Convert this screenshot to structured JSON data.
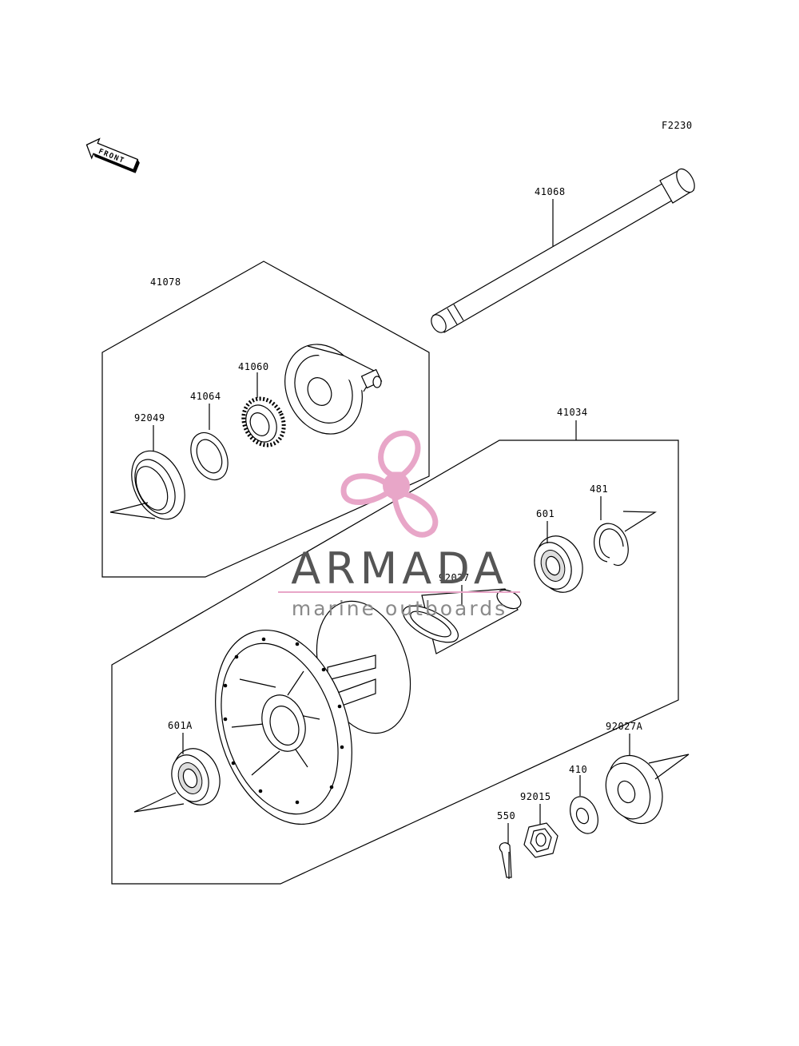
{
  "figure_code": "F2230",
  "front_label": "FRONT",
  "watermark": {
    "title": "ARMADA",
    "subtitle": "marine outboards",
    "accent_color": "#e8a6c8"
  },
  "parts": {
    "p41068": "41068",
    "p41078": "41078",
    "p41060": "41060",
    "p41064": "41064",
    "p92049": "92049",
    "p41034": "41034",
    "p481": "481",
    "p601": "601",
    "p92027": "92027",
    "p601A": "601A",
    "p92027A": "92027A",
    "p410": "410",
    "p92015": "92015",
    "p550": "550"
  }
}
